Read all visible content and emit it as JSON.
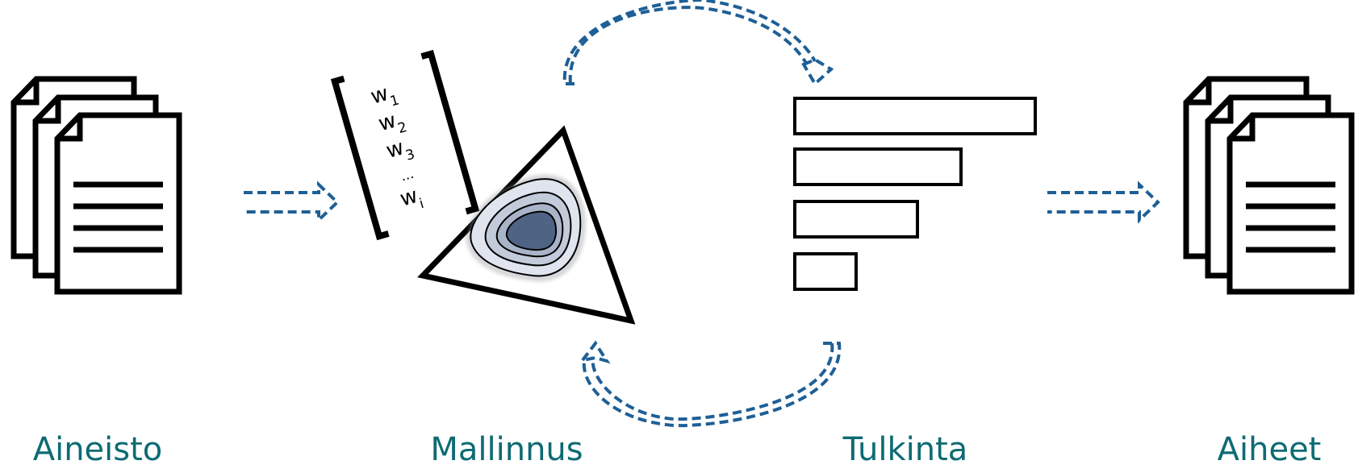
{
  "stages": [
    {
      "label": "Aineisto"
    },
    {
      "label": "Mallinnus"
    },
    {
      "label": "Tulkinta"
    },
    {
      "label": "Aiheet"
    }
  ],
  "weights": {
    "symbol": "w",
    "subscripts": [
      "1",
      "2",
      "3",
      "i"
    ],
    "ellipsis": "..."
  },
  "colors": {
    "label_text": "#0e6b73",
    "arrow_dash": "#1e5f96",
    "contour_inner": "#4f6384",
    "contour_mid": "#a9b4c9",
    "contour_outer": "#dfe4ee"
  },
  "icons": [
    "document-stack-icon",
    "dashed-arrow-icon",
    "simplex-contour-icon",
    "bar-chart-icon",
    "cycle-arrow-icon"
  ]
}
